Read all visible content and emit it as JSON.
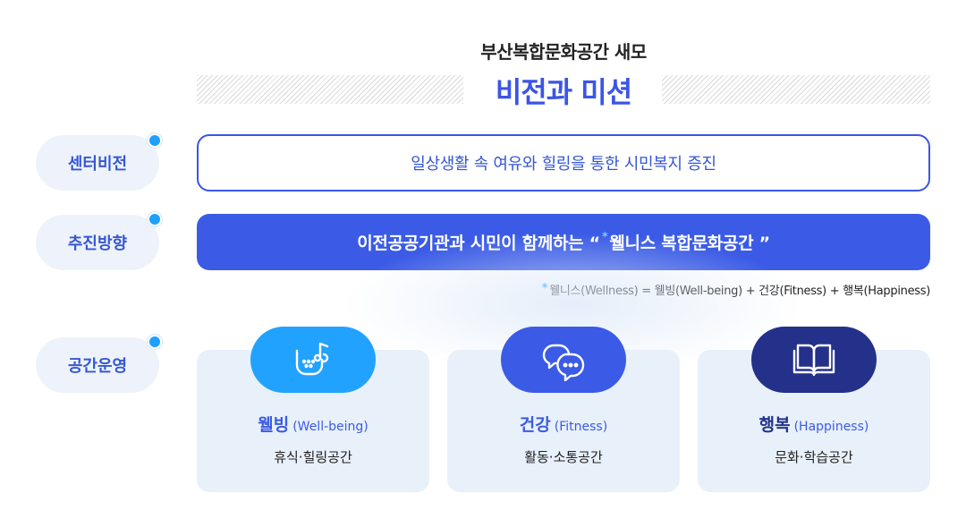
{
  "header": {
    "subtitle": "부산복합문화공간 새모",
    "title": "비전과 미션"
  },
  "rows": {
    "vision": {
      "label": "센터비전",
      "text": "일상생활 속 여유와 힐링을 통한 시민복지 증진"
    },
    "direction": {
      "label": "추진방향",
      "text_before": "이전공공기관과 시민이 함께하는 “",
      "star": "*",
      "text_after": "웰니스 복합문화공간 ”"
    },
    "operation": {
      "label": "공간운영"
    }
  },
  "note": {
    "star": "*",
    "text": "웰니스(Wellness) = 웰빙(Well-being) + 건강(Fitness) + 행복(Happiness)"
  },
  "cards": [
    {
      "title": "웰빙",
      "title_en": "(Well-being)",
      "desc": "휴식·힐링공간",
      "icon": "music-cup-icon",
      "color": "#22a2ff"
    },
    {
      "title": "건강",
      "title_en": "(Fitness)",
      "desc": "활동·소통공간",
      "icon": "chat-bubbles-icon",
      "color": "#3b5be6"
    },
    {
      "title": "행복",
      "title_en": "(Happiness)",
      "desc": "문화·학습공간",
      "icon": "open-book-icon",
      "color": "#23318a"
    }
  ],
  "colors": {
    "accent": "#3b55e6",
    "dot": "#1ea0ff",
    "label_bg": "#eef3fb",
    "card_bg": "#e8f0fa"
  }
}
